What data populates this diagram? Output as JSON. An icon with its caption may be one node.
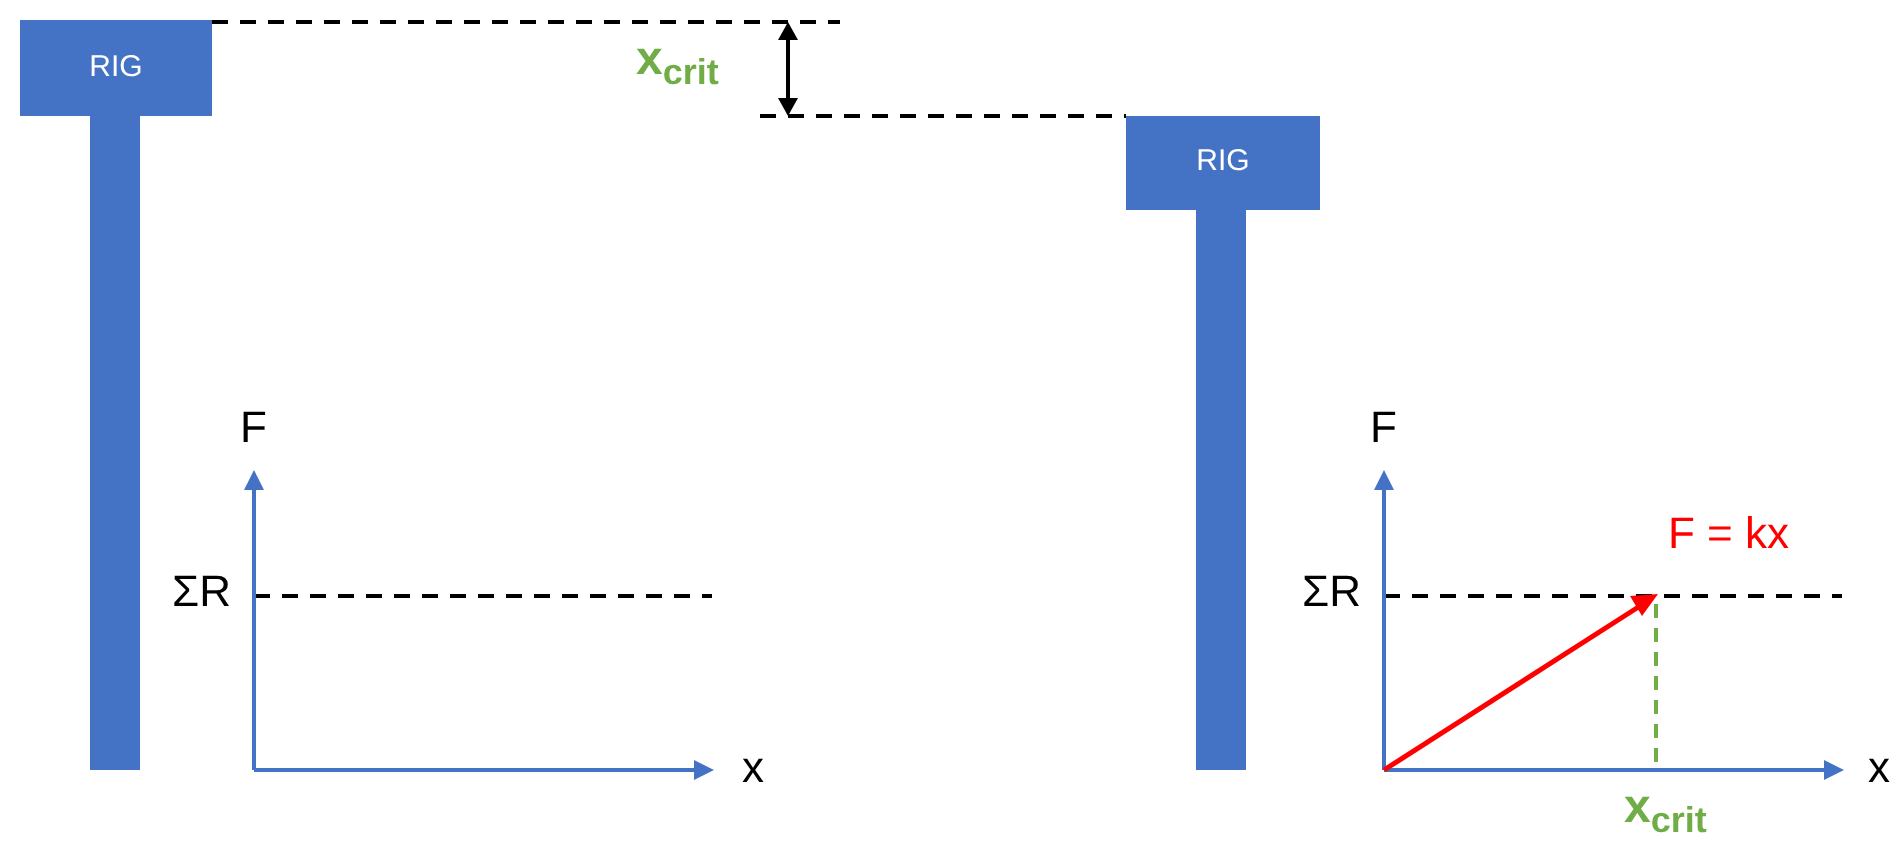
{
  "diagram": {
    "nodes": [
      {
        "text": [
          "RIG"
        ]
      },
      {
        "text": [],
        "shape": "bar"
      },
      {
        "text": [
          "RIG"
        ]
      },
      {
        "text": [],
        "shape": "bar"
      }
    ],
    "labels": [
      "x$_{crit}$",
      "F",
      "ΣR",
      "x",
      "F",
      "ΣR",
      "F = kx",
      "x",
      "x$_{crit}$"
    ]
  }
}
